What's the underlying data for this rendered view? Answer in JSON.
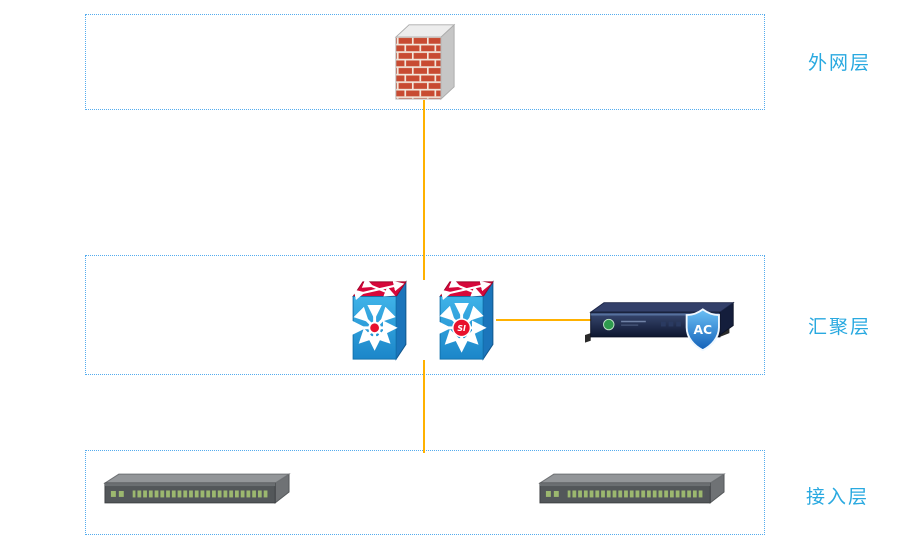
{
  "layers": [
    {
      "id": "external",
      "label": "外网层"
    },
    {
      "id": "aggregation",
      "label": "汇聚层"
    },
    {
      "id": "access",
      "label": "接入层"
    }
  ],
  "nodes": {
    "firewall": {
      "icon": "firewall-icon"
    },
    "core_switch_1": {
      "icon": "multilayer-switch-icon"
    },
    "core_switch_2": {
      "icon": "multilayer-switch-si-icon",
      "si_label": "SI"
    },
    "ac_appliance": {
      "icon": "ac-appliance-icon",
      "shield_label": "AC"
    },
    "access_switch_1": {
      "icon": "access-switch-icon"
    },
    "access_switch_2": {
      "icon": "access-switch-icon"
    }
  },
  "links": [
    {
      "from": "firewall",
      "to": "core_switch_1",
      "color": "#FFB100"
    },
    {
      "from": "core_switch_2",
      "to": "ac_appliance",
      "color": "#FFB100"
    },
    {
      "from": "core_switch_1",
      "to": "access_layer",
      "color": "#FFB100"
    }
  ],
  "colors": {
    "label_blue": "#29A9E0",
    "box_border_blue": "#55ACEE",
    "link_orange": "#FFB100",
    "brick_red": "#C84B32",
    "switch_top_red": "#D6083B",
    "switch_front_blue": "#2FA8E1",
    "shield_blue": "#1260B8",
    "chassis_navy": "#16213E",
    "chassis_gray": "#53575A",
    "port_green": "#9CB86F"
  }
}
